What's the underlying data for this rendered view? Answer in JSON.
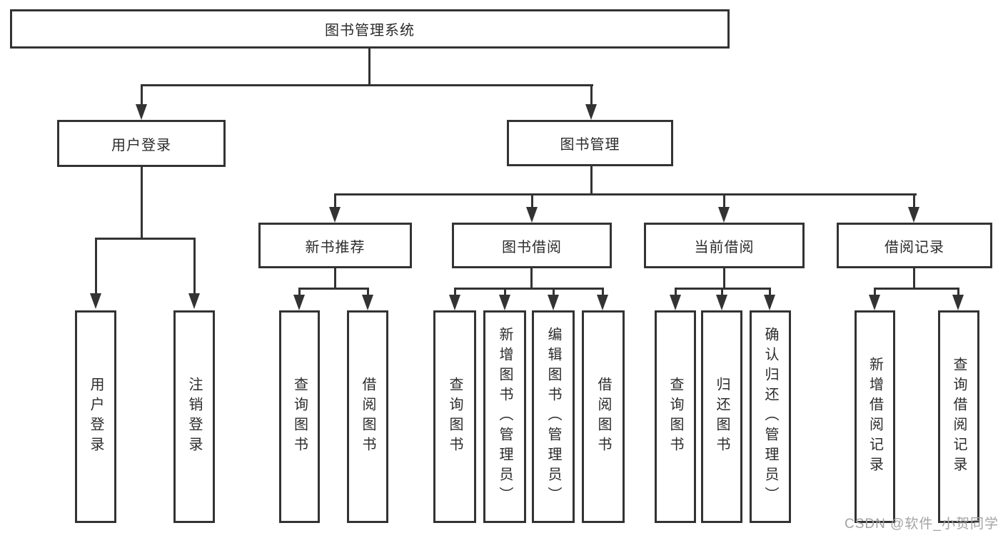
{
  "colors": {
    "line": "#333333",
    "box_border": "#333333",
    "box_background": "#ffffff",
    "text": "#2b2b2b",
    "watermark": "#a3a3a3"
  },
  "tree": {
    "root": {
      "label": "图书管理系统"
    },
    "branches": [
      {
        "label": "用户登录",
        "leaves": [
          {
            "label": "用户登录"
          },
          {
            "label": "注销登录"
          }
        ]
      },
      {
        "label": "图书管理",
        "sections": [
          {
            "label": "新书推荐",
            "leaves": [
              {
                "label": "查询图书"
              },
              {
                "label": "借阅图书"
              }
            ]
          },
          {
            "label": "图书借阅",
            "leaves": [
              {
                "label": "查询图书"
              },
              {
                "label": "新增图书（管理员）"
              },
              {
                "label": "编辑图书（管理员）"
              },
              {
                "label": "借阅图书"
              }
            ]
          },
          {
            "label": "当前借阅",
            "leaves": [
              {
                "label": "查询图书"
              },
              {
                "label": "归还图书"
              },
              {
                "label": "确认归还（管理员）"
              }
            ]
          },
          {
            "label": "借阅记录",
            "leaves": [
              {
                "label": "新增借阅记录"
              },
              {
                "label": "查询借阅记录"
              }
            ]
          }
        ]
      }
    ]
  },
  "watermark": {
    "text": "CSDN @软件_小贺同学"
  }
}
